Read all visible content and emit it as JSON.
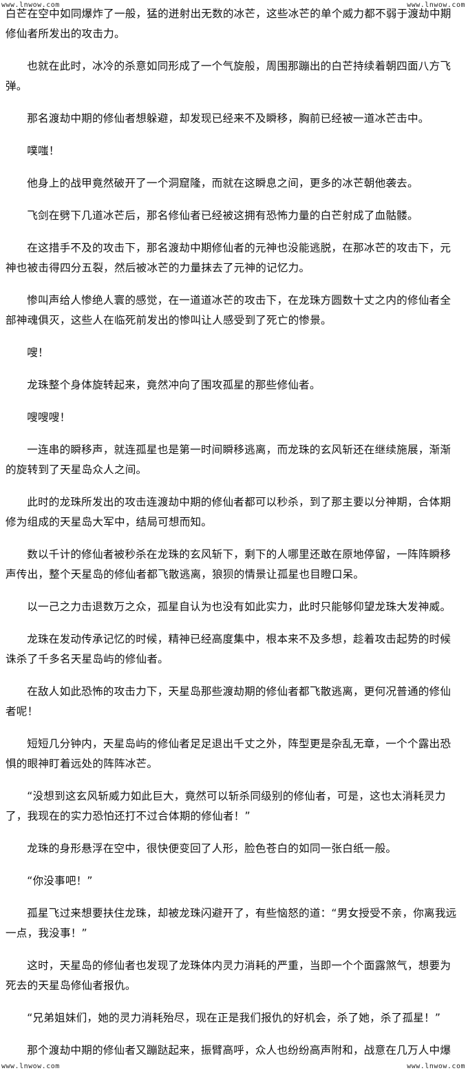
{
  "watermark": "www.lnwow.com",
  "paragraphs": [
    "白芒在空中如同爆炸了一般，猛的迸射出无数的冰芒，这些冰芒的单个威力都不弱于渡劫中期修仙者所发出的攻击力。",
    "也就在此时，冰冷的杀意如同形成了一个气旋般，周围那蹦出的白芒持续着朝四面八方飞弹。",
    "那名渡劫中期的修仙者想躲避，却发现已经来不及瞬移，胸前已经被一道冰芒击中。",
    "噗嗤！",
    "他身上的战甲竟然破开了一个洞窟隆，而就在这瞬息之间，更多的冰芒朝他袭去。",
    "飞剑在劈下几道冰芒后，那名修仙者已经被这拥有恐怖力量的白芒射成了血骷髅。",
    "在这措手不及的攻击下，那名渡劫中期修仙者的元神也没能逃脱，在那冰芒的攻击下，元神也被击得四分五裂，然后被冰芒的力量抹去了元神的记忆力。",
    "惨叫声给人惨绝人寰的感觉，在一道道冰芒的攻击下，在龙珠方圆数十丈之内的修仙者全部神魂俱灭，这些人在临死前发出的惨叫让人感受到了死亡的惨景。",
    "嗖！",
    "龙珠整个身体旋转起来，竟然冲向了围攻孤星的那些修仙者。",
    "嗖嗖嗖！",
    "一连串的瞬移声，就连孤星也是第一时间瞬移逃离，而龙珠的玄风斩还在继续施展，渐渐的旋转到了天星岛众人之间。",
    "此时的龙珠所发出的攻击连渡劫中期的修仙者都可以秒杀，到了那主要以分神期，合体期修为组成的天星岛大军中，结局可想而知。",
    "数以千计的修仙者被秒杀在龙珠的玄风斩下，剩下的人哪里还敢在原地停留，一阵阵瞬移声传出，整个天星岛的修仙者都飞散逃离，狼狈的情景让孤星也目瞪口呆。",
    "以一己之力击退数万之众，孤星自认为也没有如此实力，此时只能够仰望龙珠大发神威。",
    "龙珠在发动传承记忆的时候，精神已经高度集中，根本来不及多想，趁着攻击起势的时候诛杀了千多名天星岛屿的修仙者。",
    "在敌人如此恐怖的攻击力下，天星岛那些渡劫期的修仙者都飞散逃离，更何况普通的修仙者呢！",
    "短短几分钟内，天星岛屿的修仙者足足退出千丈之外，阵型更是杂乱无章，一个个露出恐惧的眼神盯着远处的阵阵冰芒。",
    "“没想到这玄风斩威力如此巨大，竟然可以斩杀同级别的修仙者，可是，这也太消耗灵力了，我现在的实力恐怕还打不过合体期的修仙者！”",
    "龙珠的身形悬浮在空中，很快便变回了人形，脸色苍白的如同一张白纸一般。",
    "“你没事吧！”",
    "孤星飞过来想要扶住龙珠，却被龙珠闪避开了，有些恼怒的道：“男女授受不亲，你离我远一点，我没事！”",
    "这时，天星岛的修仙者也发现了龙珠体内灵力消耗的严重，当即一个个面露煞气，想要为死去的天星岛修仙者报仇。",
    "“兄弟姐妹们，她的灵力消耗殆尽，现在正是我们报仇的好机会，杀了她，杀了孤星！”",
    "那个渡劫中期的修仙者又蹦跶起来，振臂高呼，众人也纷纷高声附和，战意在几万人中爆"
  ]
}
